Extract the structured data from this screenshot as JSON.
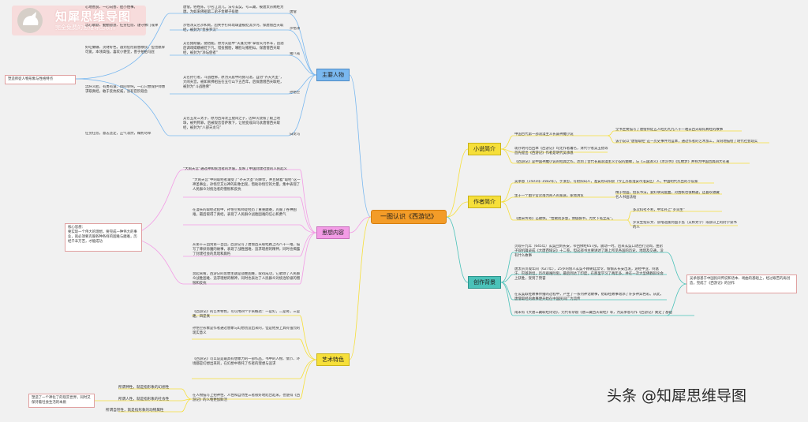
{
  "logo": {
    "title": "知犀思维导图",
    "subtitle": "完全免费的思维导图软件"
  },
  "watermark": "头条 @知犀思维导图",
  "center": "一图认识《西游记》",
  "branches": {
    "characters": "主要人物",
    "thought": "思想内容",
    "art": "艺术特色",
    "intro": "小说简介",
    "author": "作者简介",
    "background": "创作背景"
  },
  "characters": {
    "tang": {
      "name": "唐僧",
      "traits": "心地善良、一心向善、胆小怕事。",
      "desc": "唐僧，俗姓陈，小名江流儿，法号玄奘，号三藏，被唐太宗赐姓为唐。为如来佛祖第二弟子金蝉子投胎"
    },
    "sha": {
      "name": "沙悟净",
      "traits": "忠心耿耿、勤勤恳恳、任劳任怨、谨守佛门戒律",
      "desc": "沙悟净又名沙和尚，因失手打碎琉璃盏被贬流沙河，保唐僧西天取经，被封为“金身罗汉”"
    },
    "zhu": {
      "name": "猪八戒",
      "traits": "好吃懒做、贪财好色，遇到危险就想散伙，但也憨厚可爱，本领高强，喜欢小便宜，善于拍拍马屁",
      "desc": "又名猪刚鬣，猪悟能。原为天庭中“天蓬元帅”掌管天河水军，因酒后调戏嫦娥被贬下凡，错投猪胎，嘴脸与猪相似。保唐僧西天取经，被封为“净坛使者”"
    },
    "sun": {
      "name": "孙悟空",
      "traits": "忠肝义胆、有勇有谋、目的单纯，一心只想保护师傅求取真经，敢于反抗权威，没有官阶观念",
      "desc": "又名孙行者，斗战胜佛，原为天庭中的弼马温，自封“齐天大圣”，大闹天宫，被如来佛祖压在五行山下五百年，后保唐僧西天取经，被封为“斗战胜佛”"
    },
    "bai": {
      "name": "白龙马",
      "traits": "任劳任怨，意志坚定，正气凛然，鞠躬尽瘁",
      "desc": "又名玉龙三太子，原为西海龙王敖闰之子，因纵火烧毁了殿上明珠，被判死罪，后被观音菩萨救下，让他变成白马驮唐僧西天取经，被封为“八部天龙马”"
    }
  },
  "notes": {
    "characters": "塑造师徒人物形象与性格特点",
    "thought": "核心思想：\n要实现一个伟大的理想，要完成一种伟大的事业，就必须要克服各种各样的困难与磨难，历经千辛万苦，才能成功",
    "art": "塑造了一个神化了的现实世界，同时又保持着社会生活的本质",
    "background": "吴承恩基于中国民间传说和话本、戏曲的基础上，经过艰苦的再创造，完成了《西游记》的创作"
  },
  "thought_items": [
    "“大闹天宫”通过神和统治者的矛盾，反映了中国封建社会的人民起义",
    "“大闹天宫”中的取经者遭受了“齐天大圣”的降伏，并且随着“取经”这一神圣事业，孙悟空又以神的形象出现，借助孙悟空的力量，集中表现了人民群众对统治者的憎恨和反抗",
    "在漫长的取经过程中，孙悟空和师徒经历了重重磨难，克服了各种困难，最后取得了真经，表现了人民群众战胜困难的信心和勇气",
    "从第十三回到第一百回，西游记写了唐僧西天取经路上的八十一难，描写了降妖除魔的故事，表现了战胜困难、追求理想的精神，同时也揭露了封建社会的黑暗和腐朽",
    "总起来看，西游记的思想主题是战胜困难，取得成功，它歌颂了人民群众战胜困难、追求理想的精神，同时也表达了人民群众对统治阶级的憎恨和反抗"
  ],
  "art_items": [
    "《西游记》的艺术特色，可以用四个字来概括：一是幻，二是奇，三是趣，四是真",
    "孙悟空形象是作者通过想象与幻想创造出来的，但是他身上具有强烈的现实意义",
    "《西游记》可以说是最具有想象力的一部作品，书中的人物、情节、环境都是幻想出来的，在幻想中寄托了作者的理想与追求"
  ],
  "art_pills": [
    "所谓神性，就是指形象的幻想性",
    "所谓人性，就是指形象的社会性",
    "所谓自然性，就是指形象的动物属性"
  ],
  "art_bottom": "在人物描写上把神性、人性和自然性三者很好地结合起来，也使得《西游记》的人物更加鲜活",
  "intro_items": [
    "中国古代第一部浪漫主义长篇神魔小说",
    "现存明刊百回本《西游记》均无作者署名，清代学者吴玉搢等首先提出《西游记》作者是明代吴承恩",
    "《西游记》是中国神魔小说的经典之作，达到了古代长篇浪漫主义小说的巅峰，与《三国演义》《水浒传》《红楼梦》并称为中国古典四大名著"
  ],
  "intro_sub": [
    "全书主要描写了唐僧师徒五人经历九九八十一难去西天取得真经的故事",
    "该小说以“唐僧取经”这一历史事件为蓝本，通过作者的艺术加工，深刻地描绘了明代社会现实"
  ],
  "author_items": [
    "吴承恩（1501年-1582年），字汝忠，号射阳山人，淮安府山阳县（今江苏省淮安市淮安区）人，中国明代杰出的小说家",
    "生于一个由学官沦落为商人的家族，家境清贫",
    "《唐宋传奇》已散佚。“性敏而多慧，博极群书，为文下笔立成”。"
  ],
  "author_sub": [
    "精于绘画，擅长书法，爱好填词度曲，对围棋也很精通，还喜欢收藏名人书画法帖",
    "多次科考不利，中年补上“岁贡生”",
    "岁贡生指从文、县增选拔到国子监（又称太学）或县以上的府学读书的人"
  ],
  "bg_items": [
    "贞观十九年（645年）玄奘回到长安，带回佛经657部。震动一时。后来玄奘口述西行见闻，由弟子辩机辑录成《大唐西域记》十二卷。但这部书主要讲述了路上所见各国的历史、地理及交通，没有什么故事",
    "唐太宗贞观年间（627年），25岁的僧人玄奘不顾朝廷禁令，偷偷从长安出发，途经中亚、阿富汗、巴基斯坦，历尽艰难险阻，最后到达了印度，在那里学习了两年多，并在一次大型佛教辩论会上获胜，受到了赞誉",
    "在玄奘取经故事传播的过程中，产生了一系列神话故事，给取经故事增添了许多神异色彩。从此，唐僧取经的故事便开始在中国民间广为流传",
    "南宋有《大唐三藏取经诗话》，元代有杂剧《唐三藏西天取经》等，为吴承恩写作《西游记》奠定了基础"
  ]
}
